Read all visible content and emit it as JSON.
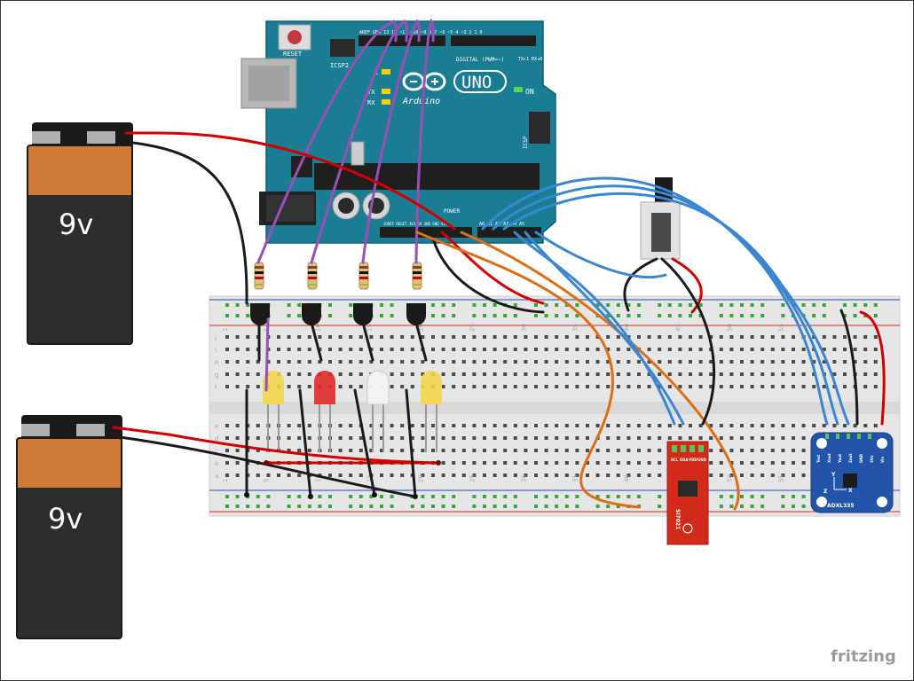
{
  "battery_top": {
    "label": "9v"
  },
  "battery_bottom": {
    "label": "9v"
  },
  "arduino": {
    "logo": "UNO",
    "brand": "Arduino",
    "reset": "RESET",
    "icsp2": "ICSP2",
    "icsp": "ICSP",
    "digital": "DIGITAL (PWM=~)",
    "on": "ON",
    "led_l": "L",
    "led_tx": "TX",
    "led_rx": "RX",
    "txrx": "TX▸1  RX◂0",
    "power_header": "POWER",
    "power_pins": "IOREF RESET 3V3 5V GND GND VIN",
    "analog_pins": "A0 A1 A2 A3 A4 A5",
    "digital_pins": "AREF GND 13 12 ~11 ~10 ~9 8   7 ~6 ~5 4 ~3 2 1 0"
  },
  "breadboard": {
    "column_numbers": [
      "1",
      "5",
      "10",
      "15",
      "20",
      "25",
      "30",
      "35",
      "40",
      "45",
      "50",
      "55"
    ],
    "row_letters_top": [
      "j",
      "i",
      "h",
      "g",
      "f"
    ],
    "row_letters_bottom": [
      "e",
      "d",
      "c",
      "b",
      "a"
    ]
  },
  "pressure_sensor": {
    "pin_labels": [
      "SCL",
      "SDA",
      "VDD",
      "GND"
    ],
    "name": "SI7021"
  },
  "accelerometer": {
    "pin_labels": [
      "Test",
      "Xout",
      "Yout",
      "Zout",
      "GND",
      "3Vo",
      "Vin"
    ],
    "name": "ADXL335",
    "axis_x": "X",
    "axis_y": "Y",
    "axis_z": "Z"
  },
  "footer": {
    "brand": "fritzing"
  },
  "colors": {
    "arduino_board": "#1a7d94",
    "breadboard": "#e6e6e6",
    "wire_red": "#d40000",
    "wire_black": "#1a1a1a",
    "wire_purple": "#9a4fb6",
    "wire_blue": "#3b86d1",
    "wire_orange": "#de6e12",
    "battery_orange": "#d17b38",
    "battery_body": "#2d2d2d",
    "rail_red": "#cc2a2a",
    "rail_blue": "#2b4ab8",
    "hole_green": "#3aa33a",
    "sensor_red": "#d42a1a",
    "accel_blue": "#2255aa"
  }
}
